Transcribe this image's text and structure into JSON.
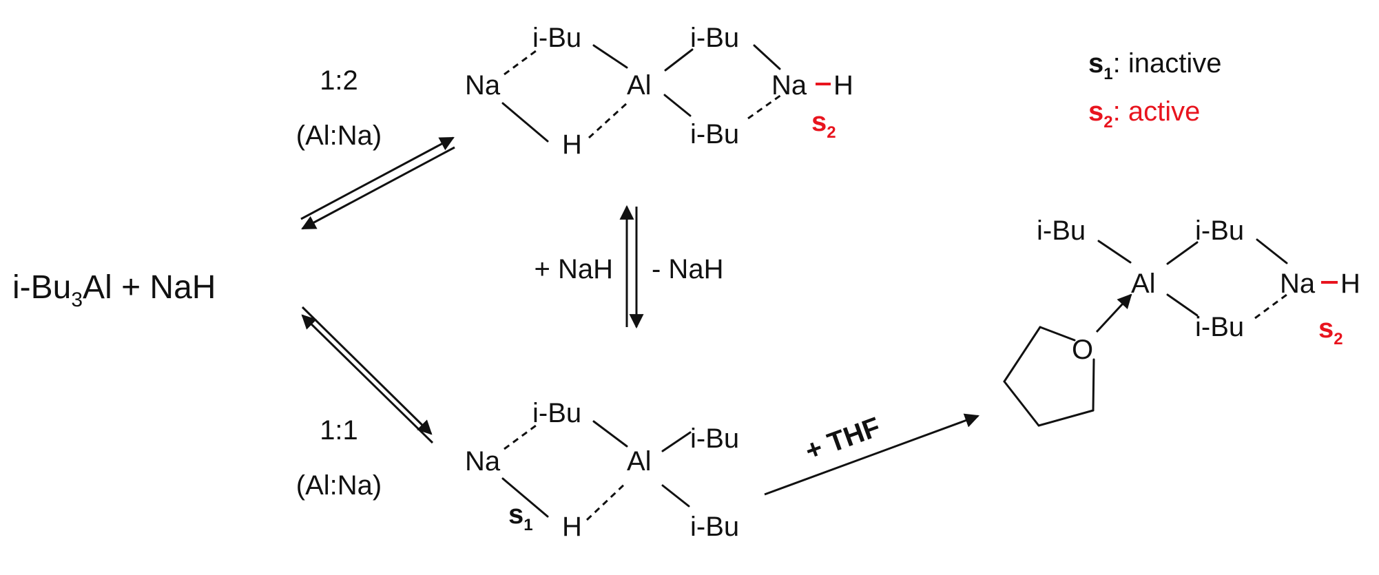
{
  "colors": {
    "ink": "#111111",
    "active": "#e8141e"
  },
  "reactants": {
    "prefix": "i-Bu",
    "sub": "3",
    "mid": "Al + NaH"
  },
  "ratio_top": {
    "ratio": "1:2",
    "basis": "(Al:Na)"
  },
  "ratio_bottom": {
    "ratio": "1:1",
    "basis": "(Al:Na)"
  },
  "vertical_eq": {
    "left": "+ NaH",
    "right": "- NaH"
  },
  "thf_arrow_label": "+ THF",
  "atoms": {
    "na": "Na",
    "al": "Al",
    "h": "H",
    "ibu": "i-Bu",
    "o": "O"
  },
  "site_symbol": "s",
  "legend": {
    "s1": {
      "sub": "1",
      "text": ": inactive"
    },
    "s2": {
      "sub": "2",
      "text": ": active"
    }
  }
}
